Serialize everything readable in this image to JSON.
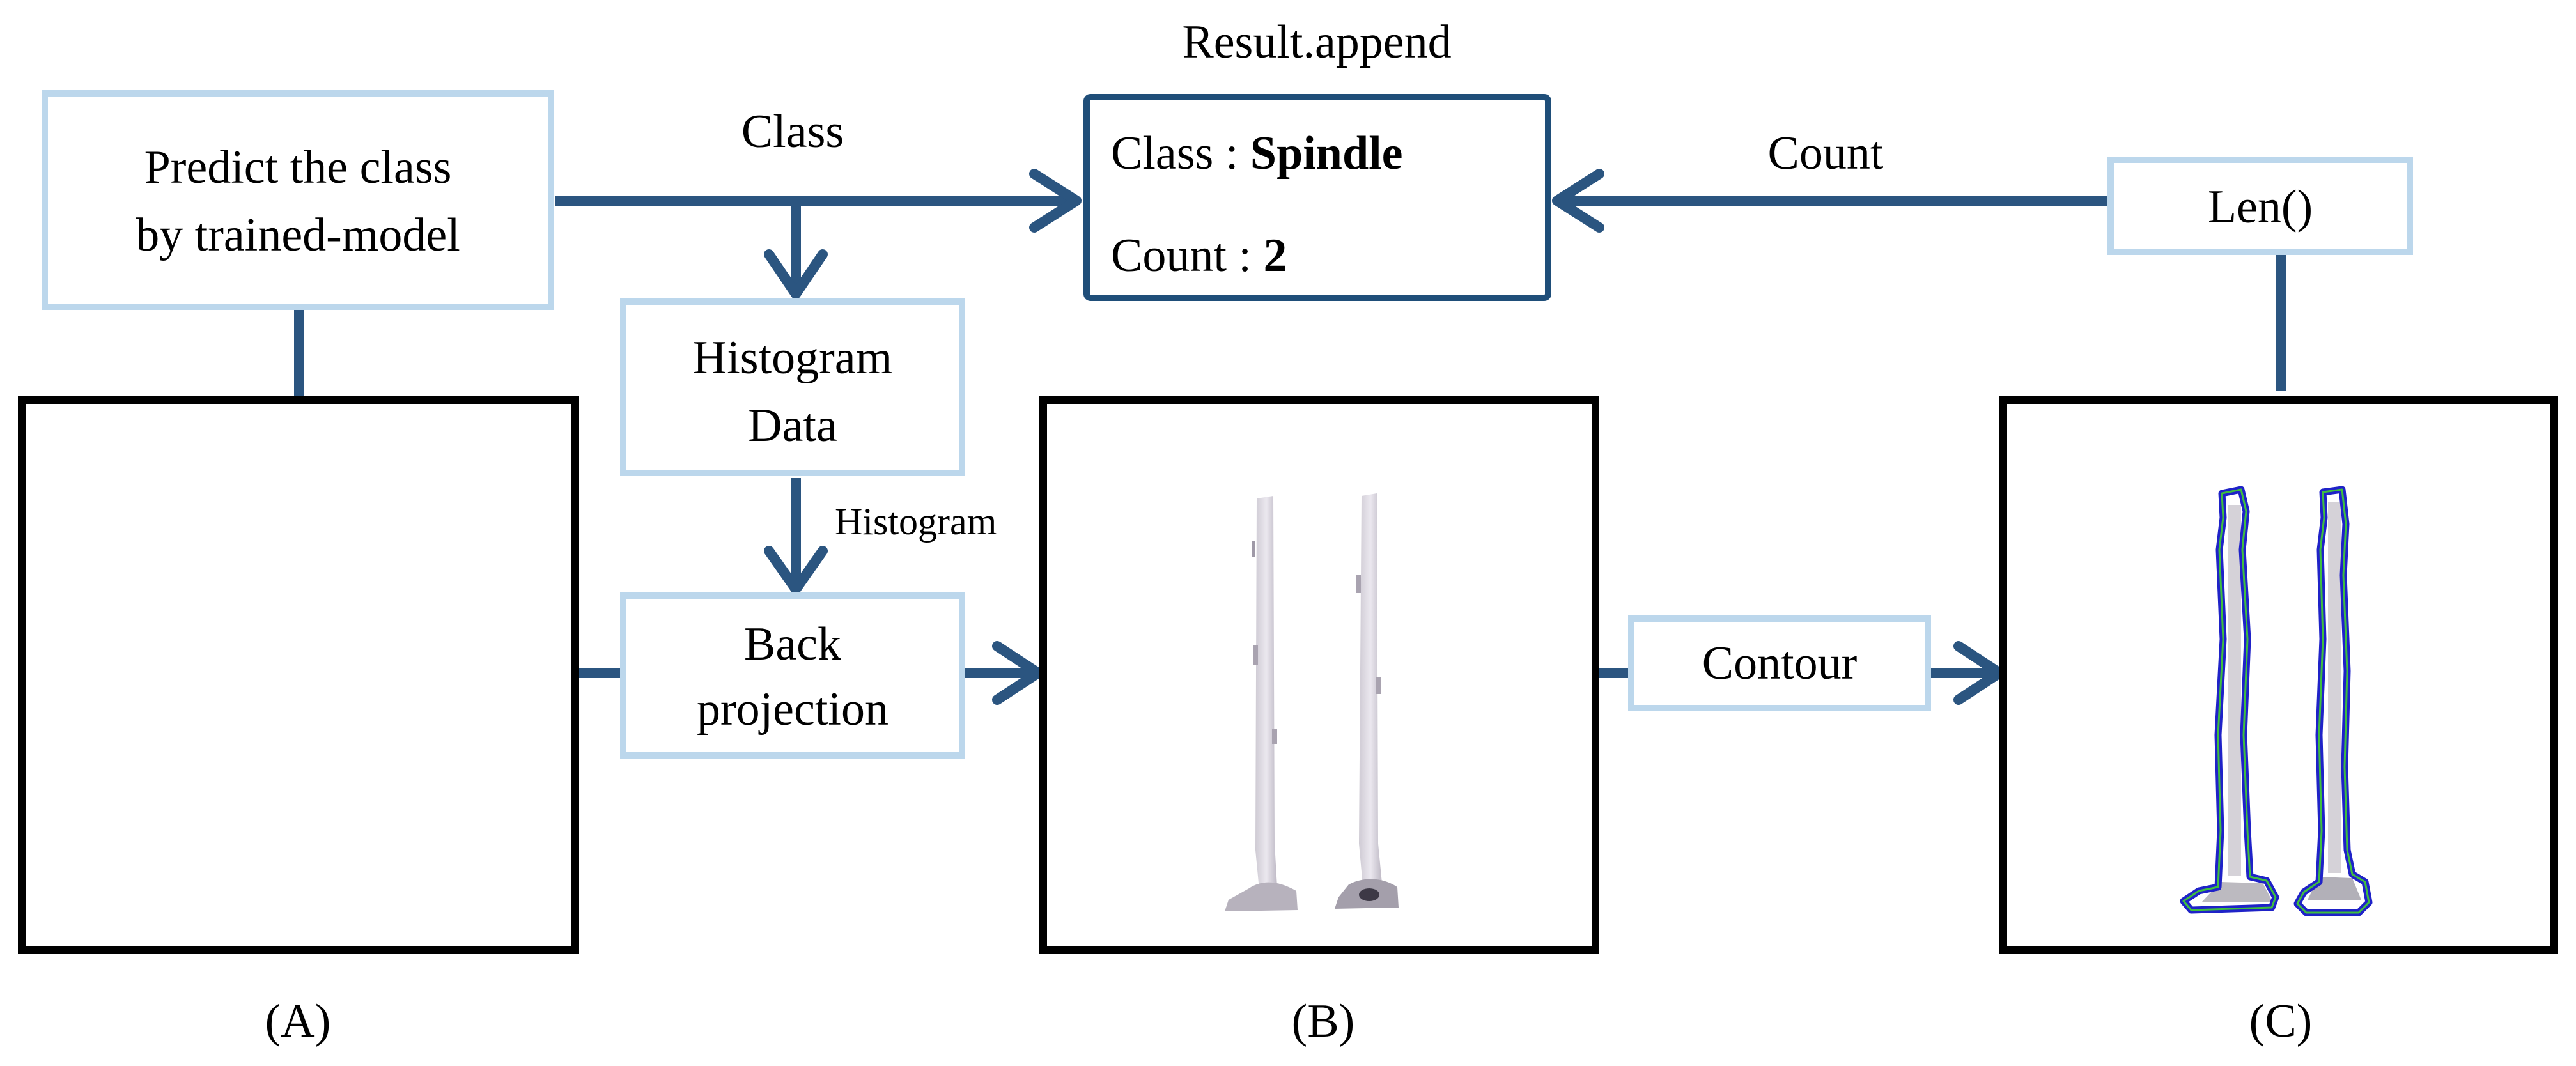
{
  "colors": {
    "arrow": "#2b5580",
    "light_box_border": "#bcd7ec",
    "result_box_border": "#1f4e79",
    "contour_outline": "#1f22c8",
    "contour_inner": "#3fbf3f"
  },
  "predict_box": {
    "line1": "Predict the class",
    "line2": "by trained-model"
  },
  "class_label": "Class",
  "result": {
    "title": "Result.append",
    "class_prefix": "Class : ",
    "class_value": "Spindle",
    "count_prefix": "Count : ",
    "count_value": "2"
  },
  "count_label": "Count",
  "len_box": "Len()",
  "histogram_box": {
    "line1": "Histogram",
    "line2": "Data"
  },
  "histogram_label": "Histogram",
  "backprojection_box": {
    "line1": "Back",
    "line2": "projection"
  },
  "contour_box": "Contour",
  "panel_labels": {
    "a": "(A)",
    "b": "(B)",
    "c": "(C)"
  },
  "icons": {
    "photo": "photo-spindle-valves",
    "backprojection": "backprojection-mask-image",
    "contour": "contour-outline-image"
  }
}
